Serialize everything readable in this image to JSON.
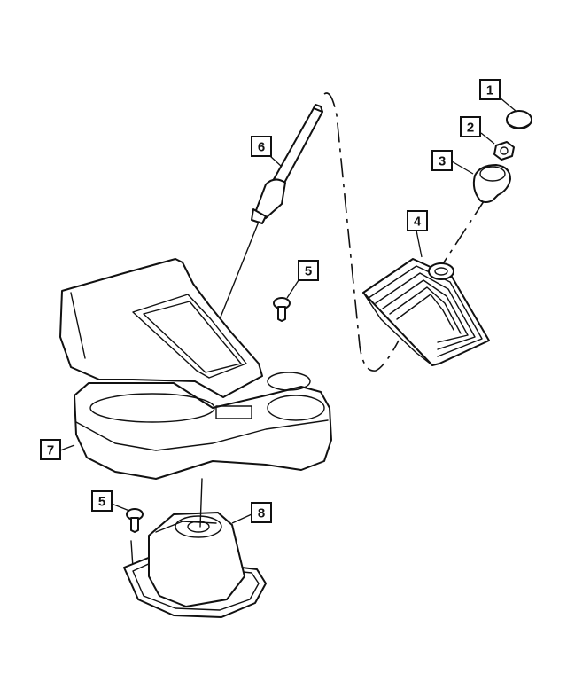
{
  "callouts": [
    {
      "id": "c1",
      "label": "1"
    },
    {
      "id": "c2",
      "label": "2"
    },
    {
      "id": "c3",
      "label": "3"
    },
    {
      "id": "c4",
      "label": "4"
    },
    {
      "id": "c5a",
      "label": "5"
    },
    {
      "id": "c6",
      "label": "6"
    },
    {
      "id": "c7",
      "label": "7"
    },
    {
      "id": "c5b",
      "label": "5"
    },
    {
      "id": "c8",
      "label": "8"
    }
  ]
}
